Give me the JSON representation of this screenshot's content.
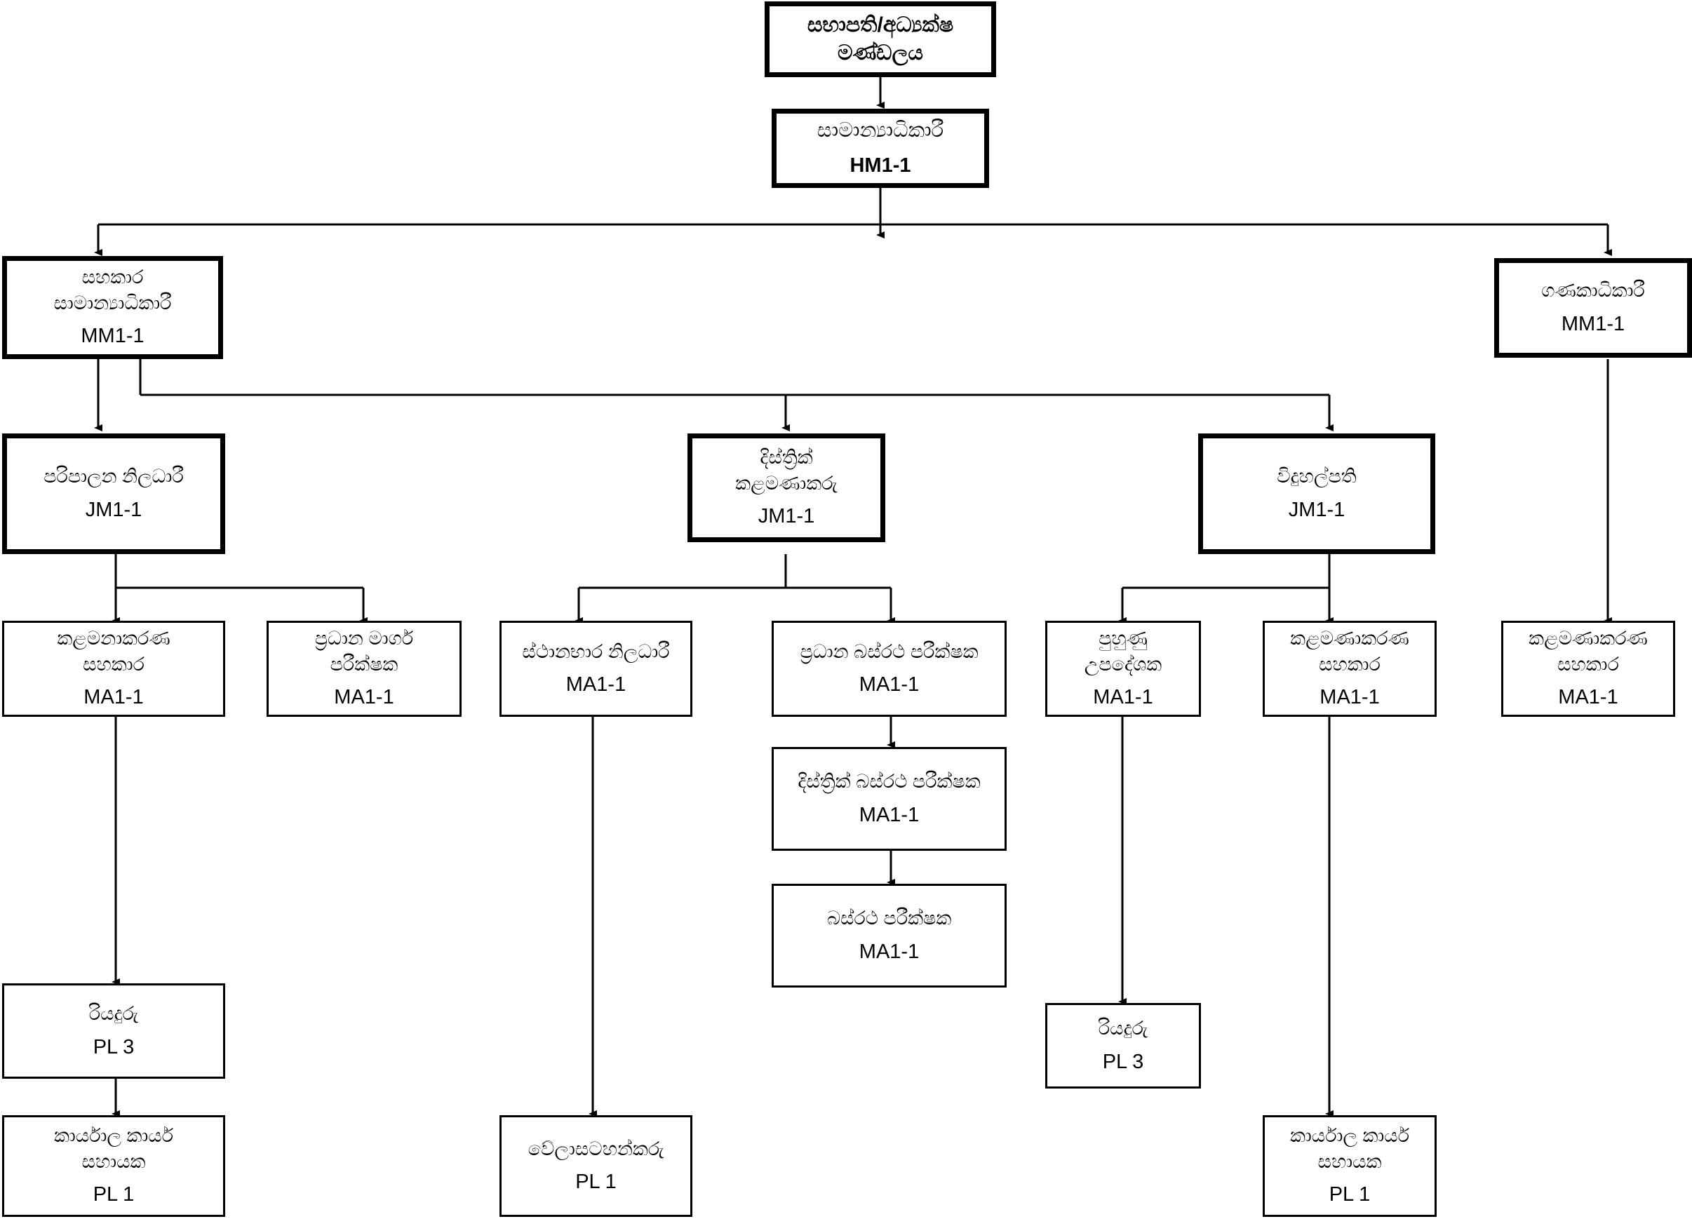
{
  "diagram": {
    "type": "organization-chart",
    "language": "Sinhala",
    "background_color": "#ffffff",
    "line_color": "#000000",
    "box_fill": "#ffffff"
  },
  "nodes": {
    "board": {
      "title": "සභාපති/අධ්‍යක්ෂ\nමණ්ඩලය",
      "grade": ""
    },
    "general_manager": {
      "title": "සාමාන්‍යාධිකාරී",
      "grade": "HM1-1"
    },
    "assistant_general_manager": {
      "title": "සහකාර\nසාමාන්‍යාධිකාරී",
      "grade": "MM1-1"
    },
    "accountant": {
      "title": "ගණකාධිකාරී",
      "grade": "MM1-1"
    },
    "administrative_officer": {
      "title": "පරිපාලන නිලධාරී",
      "grade": "JM1-1"
    },
    "district_manager": {
      "title": "දිස්ත්‍රික්\nකළමණාකරු",
      "grade": "JM1-1"
    },
    "principal": {
      "title": "විදුහල්පති",
      "grade": "JM1-1"
    },
    "management_assistant_admin": {
      "title": "කළමනාකරණ\nසහකාර",
      "grade": "MA1-1"
    },
    "chief_road_inspector": {
      "title": "ප්‍රධාන මාර්ග\nපරීක්ෂක",
      "grade": "MA1-1"
    },
    "depot_officer": {
      "title": "ස්ථානභාර නිලධාරී",
      "grade": "MA1-1"
    },
    "chief_bus_inspector": {
      "title": "ප්‍රධාන බස්රථ පරීක්ෂක",
      "grade": "MA1-1"
    },
    "district_bus_inspector": {
      "title": "දිස්ත්‍රික් බස්රථ පරීක්ෂක",
      "grade": "MA1-1"
    },
    "bus_inspector": {
      "title": "බස්රථ පරීක්ෂක",
      "grade": "MA1-1"
    },
    "training_instructor": {
      "title": "පුහුණු\nඋපදේශක",
      "grade": "MA1-1"
    },
    "management_assistant_school": {
      "title": "කළමණාකරණ\nසහකාර",
      "grade": "MA1-1"
    },
    "management_assistant_accounts": {
      "title": "කළමණාකරණ\nසහකාර",
      "grade": "MA1-1"
    },
    "driver_admin": {
      "title": "රියදුරු",
      "grade": "PL 3"
    },
    "driver_school": {
      "title": "රියදුරු",
      "grade": "PL 3"
    },
    "office_aide_admin": {
      "title": "කාර්යාල කාර්ය\nසහායක",
      "grade": "PL 1"
    },
    "office_aide_school": {
      "title": "කාර්යාල කාර්ය\nසහායක",
      "grade": "PL 1"
    },
    "timekeeper": {
      "title": "වේලාසටහන්කරු",
      "grade": "PL 1"
    }
  }
}
